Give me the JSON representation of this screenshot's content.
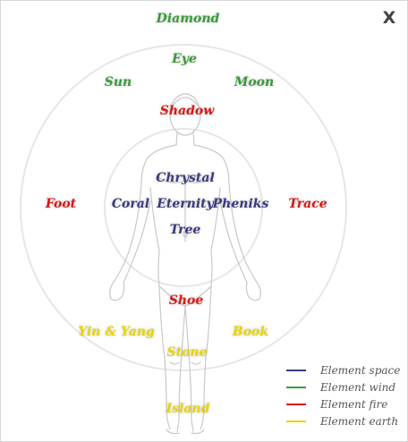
{
  "close_label": "X",
  "colors": {
    "space": "#3a3a7c",
    "wind": "#3a9a3a",
    "fire": "#d81818",
    "earth": "#e8d400"
  },
  "labels": {
    "diamond": "Diamond",
    "eye": "Eye",
    "sun": "Sun",
    "moon": "Moon",
    "shadow": "Shadow",
    "chrystal": "Chrystal",
    "foot": "Foot",
    "coral": "Coral",
    "eternity": "Eternity",
    "pheniks": "Pheniks",
    "trace": "Trace",
    "tree": "Tree",
    "shoe": "Shoe",
    "yin_yang": "Yin & Yang",
    "book": "Book",
    "stone": "Stone",
    "island": "Island"
  },
  "legend": [
    {
      "label": "Element space",
      "color": "#3a3a7c"
    },
    {
      "label": "Element wind",
      "color": "#3a9a3a"
    },
    {
      "label": "Element fire",
      "color": "#d81818"
    },
    {
      "label": "Element earth",
      "color": "#e8d400"
    }
  ]
}
